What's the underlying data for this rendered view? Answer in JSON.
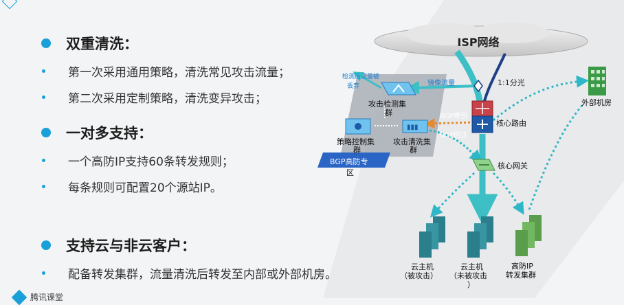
{
  "sections": [
    {
      "heading": "双重清洗：",
      "items": [
        "第一次采用通用策略，清洗常见攻击流量；",
        "第二次采用定制策略，清洗变异攻击；"
      ]
    },
    {
      "heading": "一对多支持：",
      "items": [
        "一个高防IP支持60条转发规则；",
        "每条规则可配置20个源站IP。"
      ]
    },
    {
      "heading": "支持云与非云客户：",
      "items": [
        "配备转发集群，流量清洗后转发至内部或外部机房。"
      ]
    }
  ],
  "footer_logo": "腾讯课堂",
  "diagram": {
    "isp": "ISP网络",
    "split": "1:1分光",
    "mirror": "镜像流量",
    "detect_notice_1": "检测后流量被",
    "detect_notice_2": "丢弃",
    "detect_cluster_1": "攻击检测集",
    "detect_cluster_2": "群",
    "policy_1": "策略控制集",
    "policy_2": "群",
    "clean_1": "攻击清洗集",
    "clean_2": "群",
    "bgp_zone_1": "BGP高防专",
    "bgp_zone_2": "区",
    "bgp_lead": "BGP牵引",
    "bgp_return": "BGP回注",
    "core_router": "核心路由",
    "core_gateway": "核心网关",
    "external_room": "外部机房",
    "host_attacked_1": "云主机",
    "host_attacked_2": "（被攻击）",
    "host_normal_1": "云主机",
    "host_normal_2": "（未被攻击",
    "host_normal_3": "）",
    "forward_1": "高防IP",
    "forward_2": "转发集群"
  }
}
